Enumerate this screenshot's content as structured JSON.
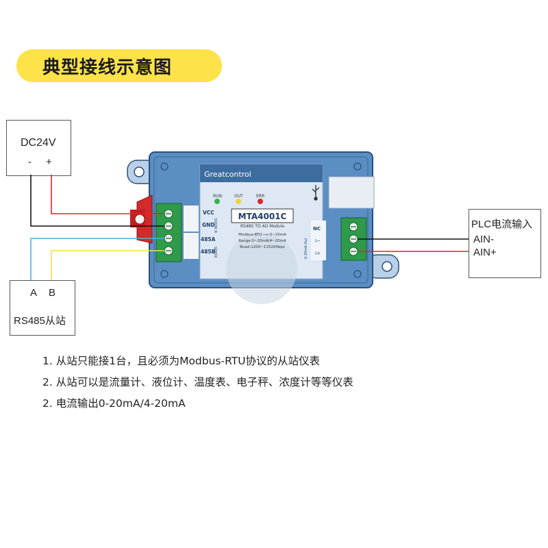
{
  "title": "典型接线示意图",
  "power_box": {
    "label": "DC24V",
    "minus": "-",
    "plus": "+"
  },
  "slave_box": {
    "a": "A",
    "b": "B",
    "label": "RS485从站"
  },
  "plc_box": {
    "label": "PLC电流输入",
    "ain_minus": "AIN-",
    "ain_plus": "AIN+"
  },
  "module": {
    "brand": "Greatcontrol",
    "model": "MTA4001C",
    "subtitle": "RS485 TO AO Module",
    "desc1": "Modbus-RTU ⟶ 0~20mA",
    "desc2": "Range:0~20mA/4~20mA",
    "desc3": "Buad:1200~115200bps",
    "led_run": "RUN",
    "led_out": "OUT",
    "led_err": "ERR",
    "vcc": "VCC",
    "gnd": "GND",
    "a485": "485A",
    "b485": "485B",
    "power_side": "9-36VDC",
    "rs485_side": "RS485",
    "nc": "NC",
    "i_minus": "I−",
    "i_plus": "I+",
    "out_side": "0-20mA Out"
  },
  "notes": [
    "1.  从站只能接1台，且必须为Modbus-RTU协议的从站仪表",
    "2.  从站可以是流量计、液位计、温度表、电子秤、浓度计等等仪表",
    "2.  电流输出0-20mA/4-20mA"
  ],
  "colors": {
    "title_bg": "#fde24a",
    "module_body": "#5b8ec3",
    "terminal": "#2e9a4a",
    "red_wire": "#e0242c",
    "blue_wire": "#47b4e6",
    "yellow_wire": "#f0e040",
    "black_wire": "#111111"
  }
}
